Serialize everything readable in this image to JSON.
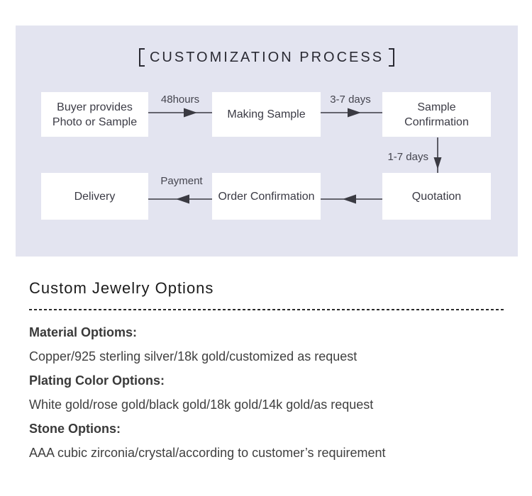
{
  "flowchart": {
    "title_full": "【CUSTOMIZATION PROCESS】",
    "title_text": "CUSTOMIZATION PROCESS",
    "nodes": [
      {
        "label": "Buyer provides Photo or Sample"
      },
      {
        "label": "Making Sample"
      },
      {
        "label": "Sample Confirmation"
      },
      {
        "label": "Delivery"
      },
      {
        "label": "Order Confirmation"
      },
      {
        "label": "Quotation"
      }
    ],
    "edges": [
      {
        "label": "48hours",
        "from": "Buyer provides Photo or Sample",
        "to": "Making Sample"
      },
      {
        "label": "3-7 days",
        "from": "Making Sample",
        "to": "Sample Confirmation"
      },
      {
        "label": "1-7 days",
        "from": "Sample Confirmation",
        "to": "Quotation"
      },
      {
        "label": "Payment",
        "from": "Order Confirmation",
        "to": "Delivery"
      }
    ],
    "colors": {
      "panel_bg": "#e3e4f0",
      "node_bg": "#ffffff",
      "line": "#3a3a42",
      "text": "#3b3b45"
    }
  },
  "options": {
    "heading": "Custom Jewelry Options",
    "sections": [
      {
        "title": "Material Optioms:",
        "value": "Copper/925 sterling silver/18k gold/customized as request"
      },
      {
        "title": "Plating Color Options:",
        "value": "White gold/rose gold/black gold/18k gold/14k gold/as request"
      },
      {
        "title": "Stone Options:",
        "value": "AAA cubic zirconia/crystal/according to customer’s requirement"
      }
    ]
  }
}
